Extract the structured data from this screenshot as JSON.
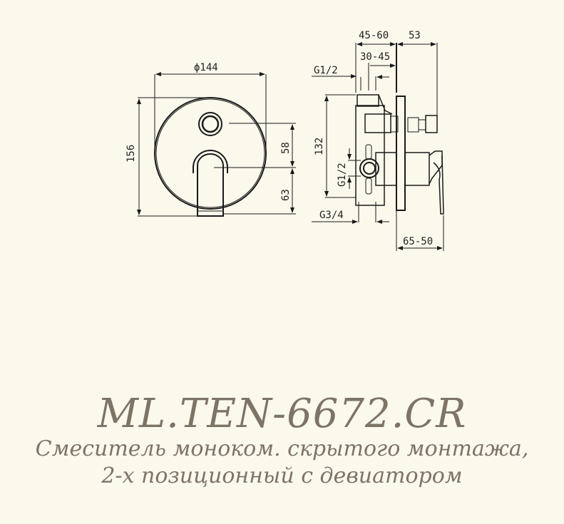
{
  "drawing": {
    "front_view": {
      "diameter_label": "ϕ144",
      "height_label": "156",
      "upper_offset_label": "58",
      "lower_offset_label": "63"
    },
    "side_view": {
      "depth_top_label": "45-60",
      "depth_outer_label": "53",
      "depth_inner_label": "30-45",
      "inlet_top_label": "G1/2",
      "height_label": "132",
      "inlet_side_label": "G1/2",
      "outlet_label": "G3/4",
      "handle_depth_label": "65-50"
    }
  },
  "caption": {
    "model": "ML.TEN-6672.CR",
    "description_line1": "Смеситель  моноком. скрытого монтажа,",
    "description_line2": "2-х позиционный с девиатором"
  },
  "colors": {
    "background": "#fbf8ec",
    "lines": "#1a1a1a",
    "caption_text": "#7d7466"
  }
}
